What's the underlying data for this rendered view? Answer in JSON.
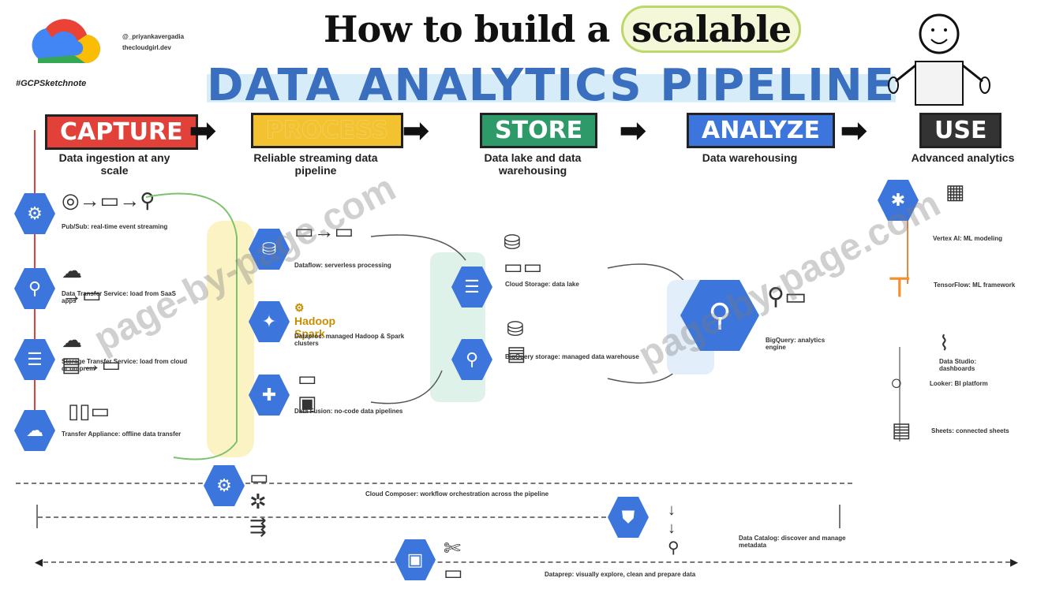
{
  "header": {
    "logo_caption": "#GCPSketchnote",
    "author_line1": "@_priyankavergadia",
    "author_line2": "thecloudgirl.dev",
    "title_pre": "How to build a",
    "title_highlight": "scalable",
    "subtitle": "DATA ANALYTICS PIPELINE"
  },
  "stages": [
    {
      "label": "CAPTURE",
      "desc": "Data ingestion at any scale",
      "color": "#e2413a"
    },
    {
      "label": "PROCESS",
      "desc": "Reliable streaming data pipeline",
      "color": "#f2c230"
    },
    {
      "label": "STORE",
      "desc": "Data lake and data warehousing",
      "color": "#2e9a6a"
    },
    {
      "label": "ANALYZE",
      "desc": "Data warehousing",
      "color": "#3c76dc"
    },
    {
      "label": "USE",
      "desc": "Advanced analytics",
      "color": "#333333"
    }
  ],
  "capture_items": [
    {
      "icon": "⚙",
      "caption": "Pub/Sub: real-time event streaming"
    },
    {
      "icon": "⚲",
      "caption": "Data Transfer Service: load from SaaS apps"
    },
    {
      "icon": "☰",
      "caption": "Storage Transfer Service: load from cloud or on-prem"
    },
    {
      "icon": "☁",
      "caption": "Transfer Appliance: offline data transfer"
    }
  ],
  "process_items": [
    {
      "icon": "⛁",
      "caption": "Dataflow: serverless processing"
    },
    {
      "icon": "✦",
      "caption": "Dataproc: managed Hadoop & Spark clusters"
    },
    {
      "icon": "✚",
      "caption": "Data Fusion: no-code data pipelines"
    }
  ],
  "store_items": [
    {
      "icon": "☰",
      "caption": "Cloud Storage: data lake"
    },
    {
      "icon": "⚲",
      "caption": "BigQuery storage: managed data warehouse"
    }
  ],
  "analyze": {
    "icon": "⚲",
    "caption": "BigQuery: analytics engine"
  },
  "use_items": [
    {
      "caption": "Vertex AI: ML modeling"
    },
    {
      "caption": "TensorFlow: ML framework"
    },
    {
      "caption": "Data Studio: dashboards"
    },
    {
      "caption": "Looker: BI platform"
    },
    {
      "caption": "Sheets: connected sheets"
    }
  ],
  "bottom": {
    "composer_caption": "Cloud Composer: workflow orchestration across the pipeline",
    "catalog_caption": "Data Catalog: discover and manage metadata",
    "dataprep_caption": "Dataprep: visually explore, clean and prepare data"
  },
  "watermark": "page-by-page.com"
}
